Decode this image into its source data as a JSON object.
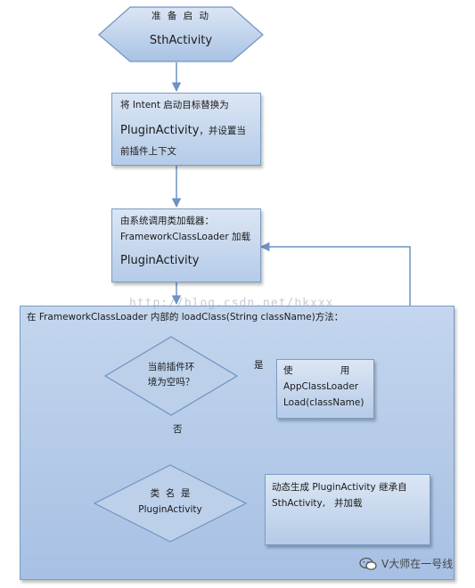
{
  "start": {
    "line1": "准  备  启  动",
    "line2": "SthActivity"
  },
  "step1": {
    "line1": "将 Intent 启动目标替换为",
    "line2_big": "PluginActivity",
    "line2_small": "，并设置当",
    "line3": "前插件上下文"
  },
  "step2": {
    "line1": "由系统调用类加载器：",
    "line2": "FrameworkClassLoader 加载",
    "line3": "PluginActivity"
  },
  "container": {
    "title": "在 FrameworkClassLoader 内部的 loadClass(String className)方法："
  },
  "decision1": {
    "line1": "当前插件环",
    "line2": "境为空吗？"
  },
  "decision2": {
    "line1": "类  名  是",
    "line2": "PluginActivity"
  },
  "use_box": {
    "line1": "使                用",
    "line2": "AppClassLoader",
    "line3": "Load(className)"
  },
  "gen_box": {
    "line1": "动态生成 PluginActivity 继承自",
    "line2": "SthActivity,   并加载"
  },
  "labels": {
    "yes": "是",
    "no": "否"
  },
  "watermark": "http://blog.csdn.net/hkxxx",
  "logo": {
    "text": "V大师在一号线",
    "icon": "wechat-icon"
  },
  "colors": {
    "box_fill": "#c4d6ee",
    "border": "#7a9cc6",
    "arrow": "#6f93c2"
  }
}
